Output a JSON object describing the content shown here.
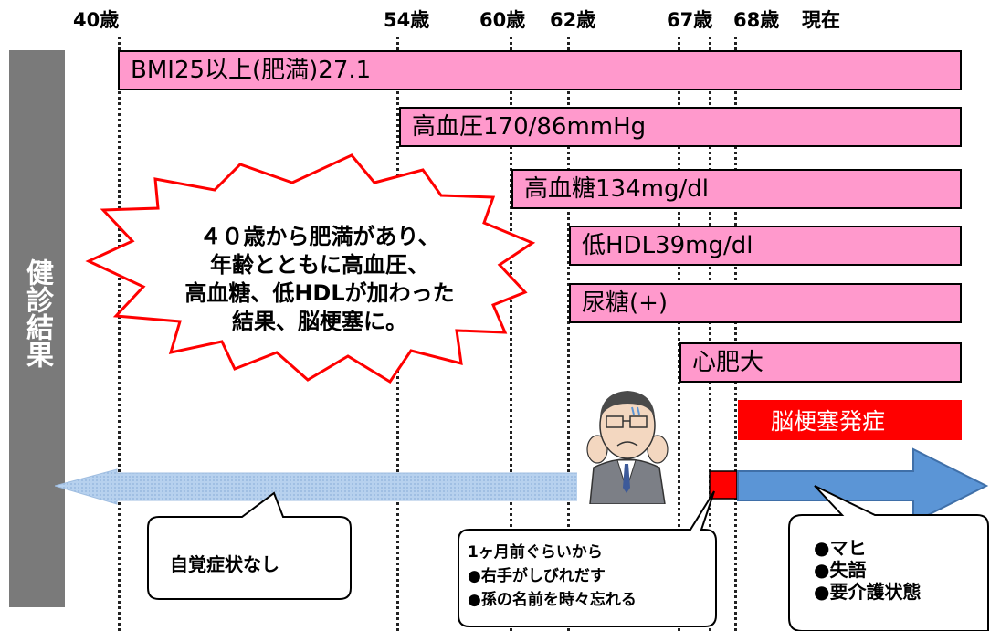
{
  "sidebar": {
    "title": "健診結果"
  },
  "ages": [
    {
      "label": "40歳"
    },
    {
      "label": "54歳"
    },
    {
      "label": "60歳"
    },
    {
      "label": "62歳"
    },
    {
      "label": "67歳"
    },
    {
      "label": "68歳"
    },
    {
      "label": "現在"
    }
  ],
  "findings": [
    {
      "label": "BMI25以上(肥満)27.1"
    },
    {
      "label": "高血圧170/86mmHg"
    },
    {
      "label": "高血糖134mg/dl"
    },
    {
      "label": "低HDL39mg/dl"
    },
    {
      "label": "尿糖(+)"
    },
    {
      "label": "心肥大"
    }
  ],
  "onset_label": "脳梗塞発症",
  "burst_lines": [
    "４０歳から肥満があり、",
    "年齢とともに高血圧、",
    "高血糖、低HDLが加わった",
    "結果、脳梗塞に。"
  ],
  "callouts": {
    "no_symptoms": "自覚症状なし",
    "prodrome": [
      "1ヶ月前ぐらいから",
      "●右手がしびれだす",
      "●孫の名前を時々忘れる"
    ],
    "after": [
      "●マヒ",
      "●失語",
      "●要介護状態"
    ]
  },
  "colors": {
    "bar": "#ff99cc",
    "onset": "#ff0000",
    "arrow_light": "#a9c7e8",
    "arrow_dark": "#5b95d6",
    "sidebar": "#7a7a7a"
  }
}
